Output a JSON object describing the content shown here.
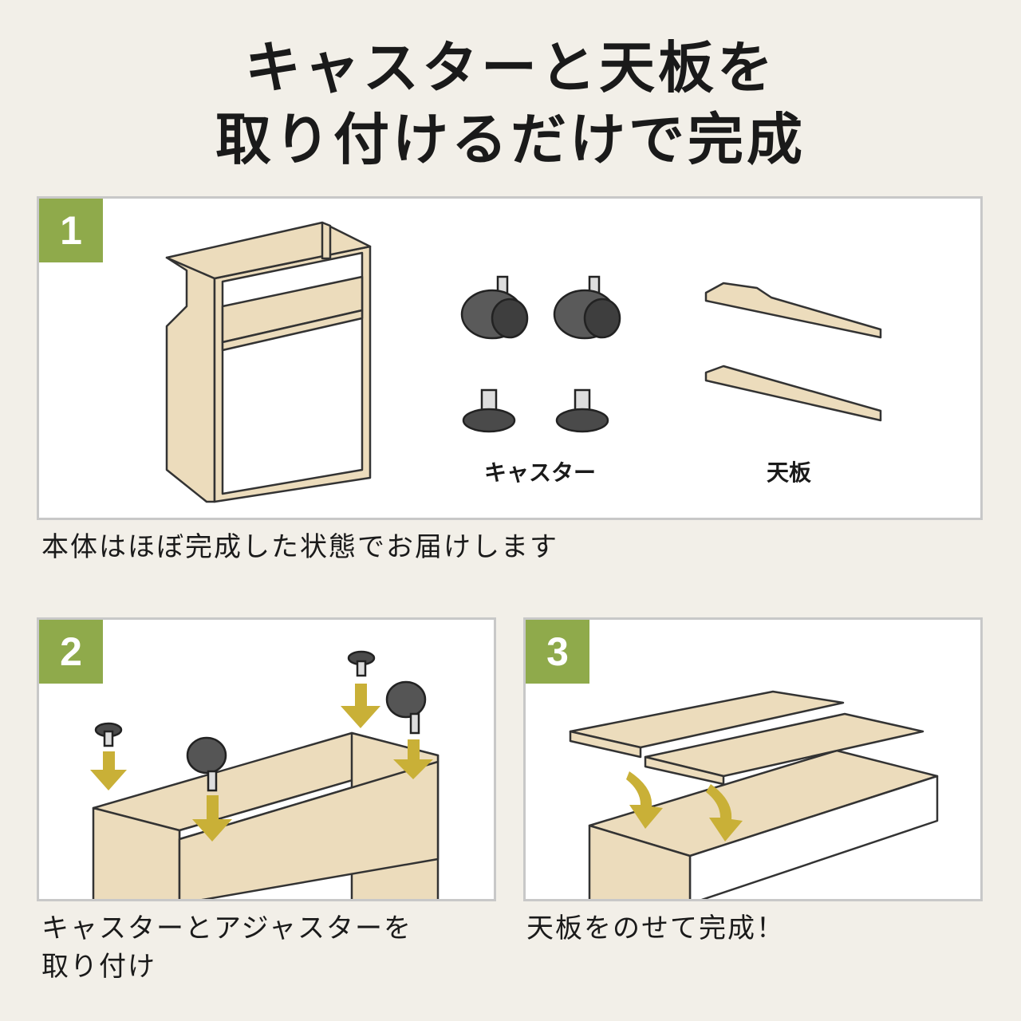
{
  "title": {
    "line1": "キャスターと天板を",
    "line2": "取り付けるだけで完成"
  },
  "step1": {
    "number": "1",
    "label_casters": "キャスター",
    "label_top": "天板",
    "caption": "本体はほぼ完成した状態でお届けします"
  },
  "step2": {
    "number": "2",
    "caption_line1": "キャスターとアジャスターを",
    "caption_line2": "取り付け"
  },
  "step3": {
    "number": "3",
    "caption": "天板をのせて完成！"
  },
  "colors": {
    "wood": "#ecdcbc",
    "badge": "#8faa4b",
    "arrow": "#c9b037",
    "rubber": "#4a4a4a"
  }
}
